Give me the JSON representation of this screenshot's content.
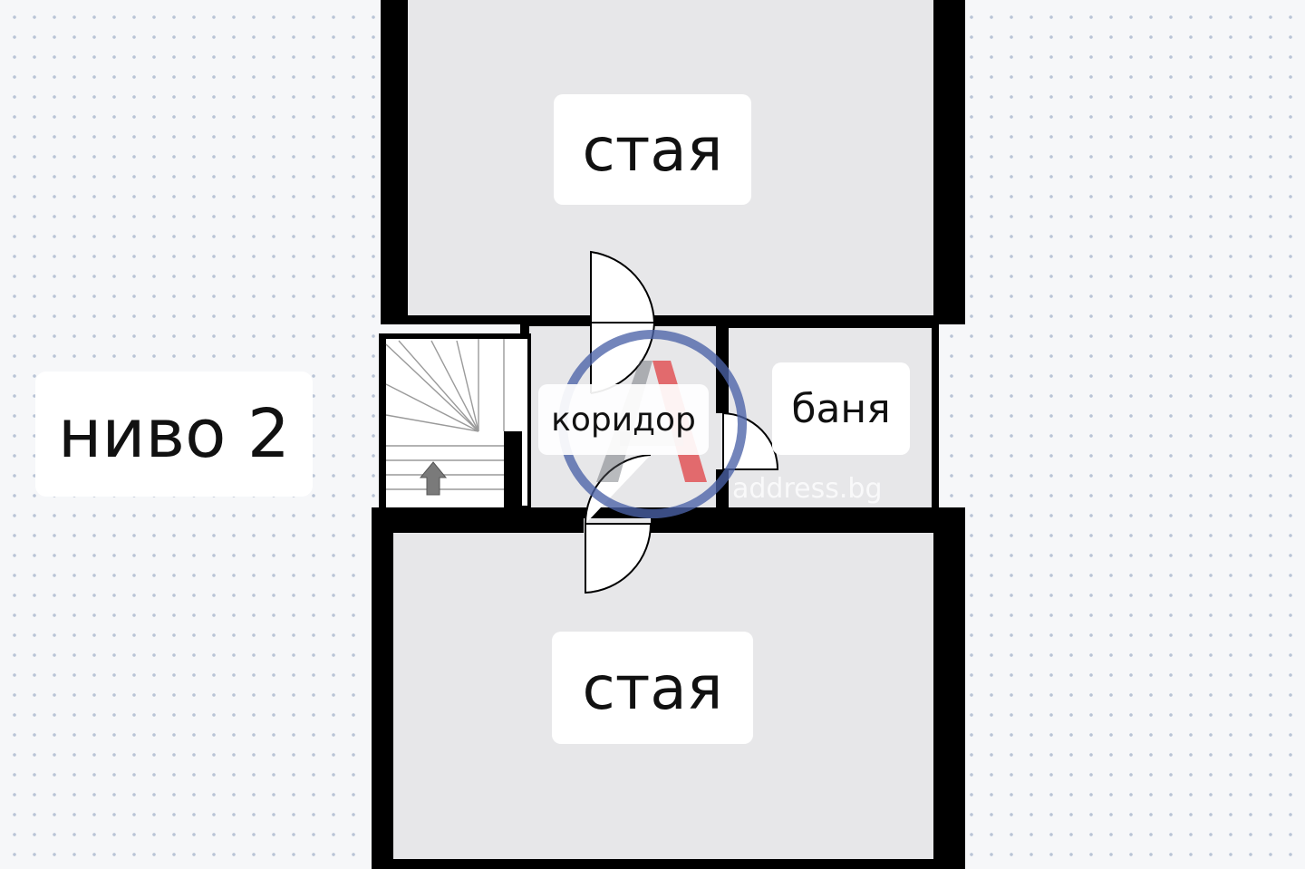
{
  "floor": {
    "level_label": "ниво 2",
    "rooms": {
      "room_top": "стая",
      "room_bottom": "стая",
      "bathroom": "баня",
      "corridor": "коридор"
    }
  },
  "watermark": {
    "logo_letter": "A",
    "site_text": "address.bg",
    "ring_color": "#4c63a8",
    "accent_color": "#e0353a"
  },
  "colors": {
    "wall": "#000000",
    "room_fill": "#e7e7e9",
    "label_bg": "#ffffff"
  }
}
